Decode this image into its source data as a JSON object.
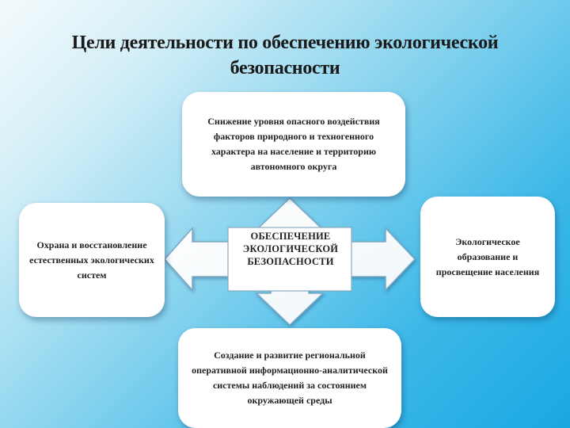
{
  "title": "Цели деятельности по обеспечению экологической безопасности",
  "center": {
    "label": "ОБЕСПЕЧЕНИЕ ЭКОЛОГИЧЕСКОЙ БЕЗОПАСНОСТИ"
  },
  "goals": {
    "top": "Снижение уровня опасного воздействия факторов природного и техногенного характера на население и территорию автономного округа",
    "left": "Охрана и восстановление естественных экологических систем",
    "right": "Экологическое образование и просвещение населения",
    "bottom": "Создание и развитие региональной оперативной информационно-аналитической системы наблюдений за состоянием окружающей среды"
  }
}
